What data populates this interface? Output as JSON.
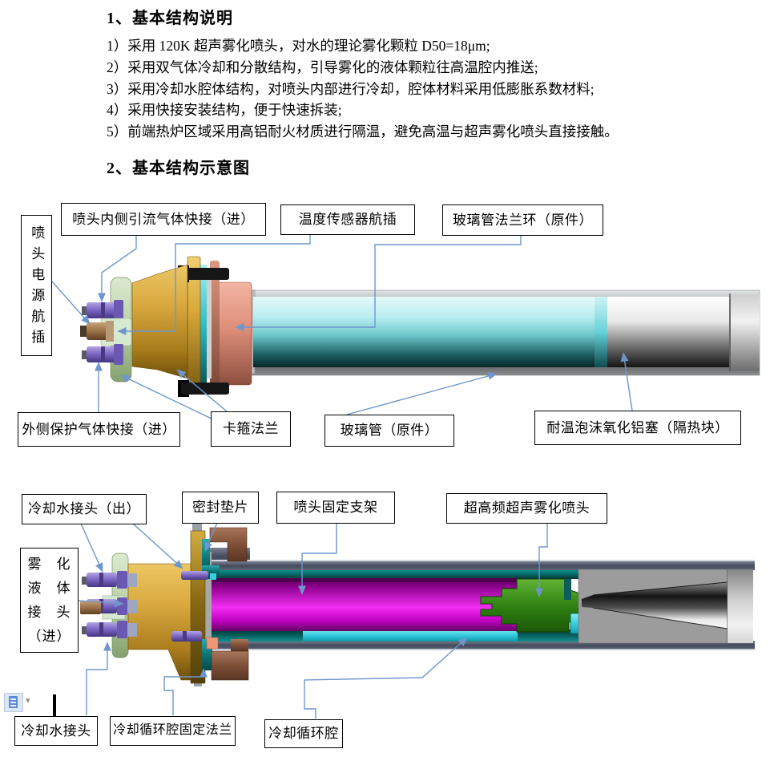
{
  "document": {
    "heading1": "1、基本结构说明",
    "items": [
      "1）采用 120K 超声雾化喷头，对水的理论雾化颗粒 D50=18μm;",
      "2）采用双气体冷却和分散结构，引导雾化的液体颗粒往高温腔内推送;",
      "3）采用冷却水腔体结构，对喷头内部进行冷却，腔体材料采用低膨胀系数材料;",
      "4）采用快接安装结构，便于快速拆装;",
      "5）前端热炉区域采用高铝耐火材质进行隔温，避免高温与超声雾化喷头直接接触。"
    ],
    "heading2": "2、基本结构示意图"
  },
  "diagram1": {
    "labels": {
      "power_plug": "喷头电源航插",
      "inner_gas": "喷头内侧引流气体快接（进）",
      "temp_sensor": "温度传感器航插",
      "flange_ring": "玻璃管法兰环（原件）",
      "outer_gas": "外侧保护气体快接（进）",
      "clamp_flange": "卡箍法兰",
      "glass_tube": "玻璃管（原件）",
      "alumina_plug": "耐温泡沫氧化铝塞（隔热块）"
    }
  },
  "diagram2": {
    "labels": {
      "water_out": "冷却水接头（出）",
      "gasket": "密封垫片",
      "bracket": "喷头固定支架",
      "uhf_nozzle": "超高频超声雾化喷头",
      "liquid_in": "雾　化\n液　体\n接　头\n（进）",
      "water_in": "冷却水接头",
      "loop_flange": "冷却循环腔固定法兰",
      "loop_cavity": "冷却循环腔"
    }
  },
  "word_ui": {
    "paste_options_arrow": "▾"
  },
  "colors": {
    "leader_line": "#6e96cc",
    "box_border": "#000000",
    "text": "#000000"
  }
}
